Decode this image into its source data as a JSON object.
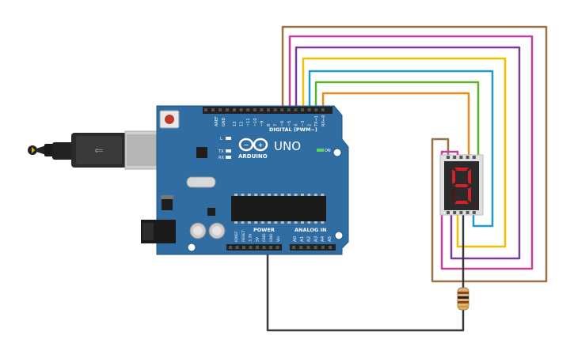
{
  "board": {
    "logo": "UNO",
    "brand": "ARDUINO",
    "digital_header": "DIGITAL (PWM~)",
    "on_label": "ON",
    "led_l": "L",
    "led_tx": "TX",
    "led_rx": "RX",
    "aref": "AREF",
    "gnd": "GND",
    "power_title": "POWER",
    "analog_title": "ANALOG IN",
    "top_pins": [
      "13",
      "12",
      "~11",
      "~10",
      "~9",
      "8",
      "7",
      "~6",
      "~5",
      "4",
      "~3",
      "2",
      "TX→1",
      "RX←0"
    ],
    "power_pins": [
      "IOREF",
      "RESET",
      "3.3V",
      "5V",
      "GND",
      "GND",
      "Vin"
    ],
    "analog_pins": [
      "A0",
      "A1",
      "A2",
      "A3",
      "A4",
      "A5"
    ],
    "brand_color": "#2f6da3"
  },
  "display": {
    "digit": "9",
    "segment_color": "#d8202a"
  },
  "wires": {
    "colors": [
      "#9a7244",
      "#c5409a",
      "#7a3a9a",
      "#f0c000",
      "#1e9ac8",
      "#5cb42c",
      "#e68a1a",
      "#3a3a3a"
    ]
  }
}
